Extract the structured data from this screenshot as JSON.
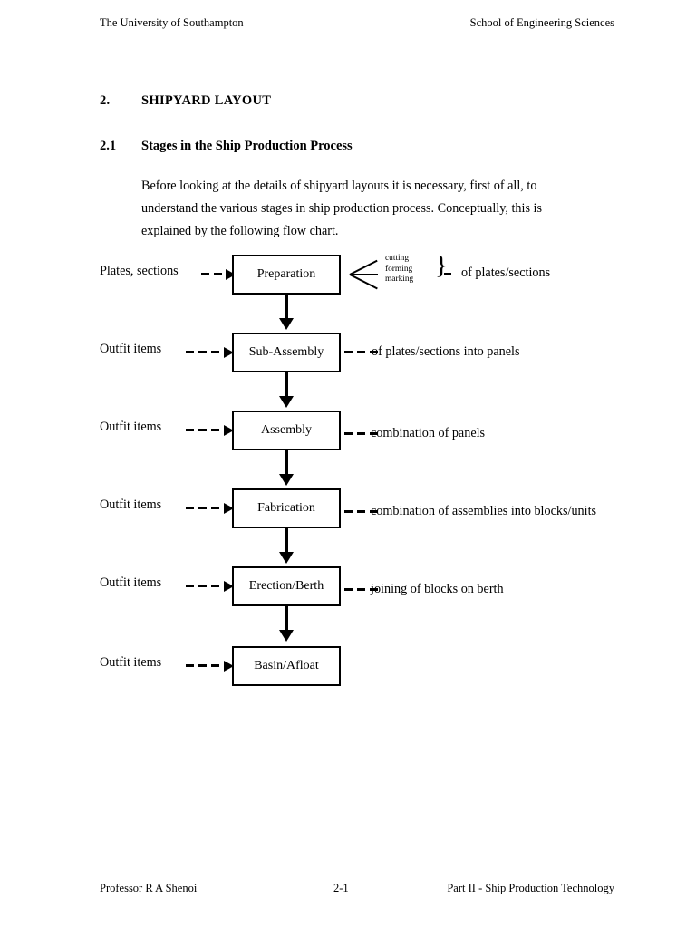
{
  "header": {
    "left": "The University of Southampton",
    "right": "School of Engineering Sciences"
  },
  "chapter": {
    "number": "2.",
    "title": "SHIPYARD LAYOUT"
  },
  "section": {
    "number": "2.1",
    "title": "Stages in the Ship Production Process",
    "body": "Before looking at the details of shipyard layouts it is necessary, first of all, to understand the various stages in ship production process. Conceptually, this is explained by the following flow chart."
  },
  "flowchart": {
    "rows": [
      {
        "source_label": "Plates, sections",
        "node": "Preparation",
        "annotation_type": "fan",
        "fan_terms": [
          "cutting",
          "forming",
          "marking"
        ],
        "out_desc": "of plates/sections"
      },
      {
        "source_label": "Outfit items",
        "node": "Sub-Assembly",
        "annotation_type": "dashed",
        "out_desc": "of plates/sections into panels"
      },
      {
        "source_label": "Outfit items",
        "node": "Assembly",
        "annotation_type": "dashed",
        "out_desc": "combination of panels"
      },
      {
        "source_label": "Outfit items",
        "node": "Fabrication",
        "annotation_type": "dashed",
        "out_desc": "combination of assemblies into blocks/units"
      },
      {
        "source_label": "Outfit items",
        "node": "Erection/Berth",
        "annotation_type": "dashed",
        "out_desc": "joining of blocks on berth"
      },
      {
        "source_label": "Outfit items",
        "node": "Basin/Afloat",
        "annotation_type": "none",
        "out_desc": ""
      }
    ]
  },
  "footer": {
    "left": "Professor R A Shenoi",
    "center": "2-1",
    "right": "Part II - Ship Production Technology"
  }
}
